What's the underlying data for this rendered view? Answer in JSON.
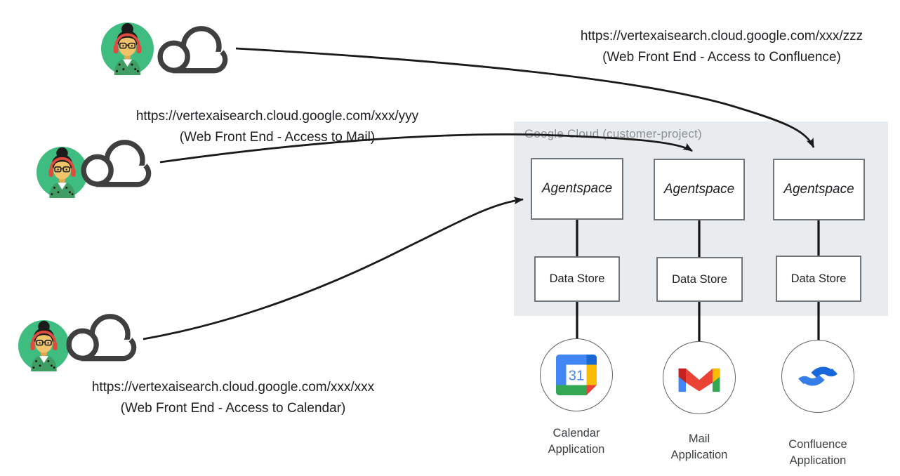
{
  "links": [
    {
      "url": "https://vertexaisearch.cloud.google.com/xxx/zzz",
      "caption": "(Web Front End - Access to Confluence)"
    },
    {
      "url": "https://vertexaisearch.cloud.google.com/xxx/yyy",
      "caption": "(Web Front End - Access to Mail)"
    },
    {
      "url": "https://vertexaisearch.cloud.google.com/xxx/xxx",
      "caption": "(Web Front End - Access to Calendar)"
    }
  ],
  "panel": {
    "label": "Google Cloud (customer-project)"
  },
  "columns": [
    {
      "box": "Agentspace",
      "datastore": "Data Store",
      "app": [
        "Calendar",
        "Application"
      ],
      "icon": "google-calendar-icon",
      "icon_text": "31"
    },
    {
      "box": "Agentspace",
      "datastore": "Data Store",
      "app": [
        "Mail",
        "Application"
      ],
      "icon": "gmail-icon"
    },
    {
      "box": "Agentspace",
      "datastore": "Data Store",
      "app": [
        "Confluence",
        "Application"
      ],
      "icon": "confluence-icon"
    }
  ],
  "colors": {
    "panel_bg": "#E8ECEF",
    "panel_label": "#8B9196",
    "box_border": "#70757A",
    "line_black": "#1A1A1A",
    "avatar_green": "#3FBC80",
    "cloud_gray": "#3F3F3F",
    "google_blue": "#4285F4",
    "google_red": "#EA4335",
    "google_yellow": "#FBBC04",
    "google_green": "#34A853",
    "confluence_blue": "#1868DB"
  }
}
